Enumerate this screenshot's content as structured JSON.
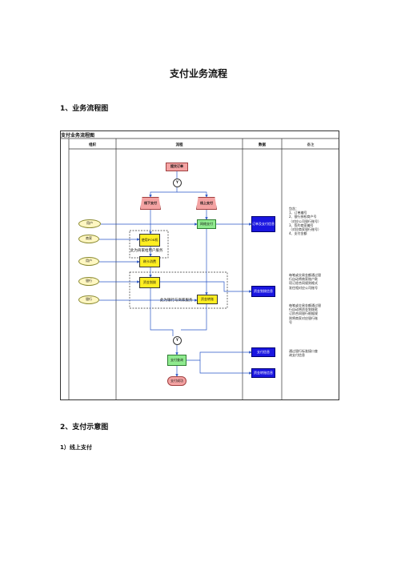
{
  "title": "支付业务流程",
  "section1": "1、业务流程图",
  "section2": "2、支付示意图",
  "section3": "1）线上支付",
  "diagram": {
    "title": "支付业务流程图",
    "headers": {
      "org": "组织",
      "flow": "流程",
      "data": "数据",
      "notes": "备注"
    },
    "nodes": {
      "submit_order": "提交订单",
      "decision": "Y",
      "offline_pay": "线下支付",
      "online_pay": "线上支付",
      "user1": "用户",
      "merchant": "商家",
      "user2": "用户",
      "bank1": "银行",
      "bank2": "银行",
      "pos_machine": "使用POS机",
      "swipe_card": "刷卡消费",
      "fund_settle": "资金划拨",
      "online_pay_action": "网络支付",
      "fund_transfer": "资金转账",
      "decision2": "Y",
      "pay_query": "支付查询",
      "pay_end": "支付成功",
      "order_info": "订单及支付信息",
      "fund_info": "资金划拨信息",
      "pay_info": "支付信息",
      "fund_transfer_info": "资金转账信息"
    },
    "dashed_labels": {
      "merchant_service": "此为商家给用户服务",
      "bank_service": "此为银行与商家服务"
    },
    "notes": {
      "note1": "包含：\n1、订单编号\n2、银行授权商户号\n（对应公司银行账号）\n3、签约商家编号\n（对应商家银行账号）\n4、支付金额",
      "note2": "每笔或交易金额通过银\n行自动将商家账户款\n项订经合同规则格式\n发往相对应公司账号",
      "note3": "每笔或交易金额通过银\n行自动将资金划拨款\n订阶合同银行根据规\n则将商家对应银行账\n号",
      "note4": "通过银行标准接口查\n询支付信息"
    }
  },
  "colors": {
    "yellow": "#ffee22",
    "green": "#8fea8f",
    "blue": "#1a16e0",
    "pink": "#f4a3a3",
    "oval": "#fff7c2"
  }
}
